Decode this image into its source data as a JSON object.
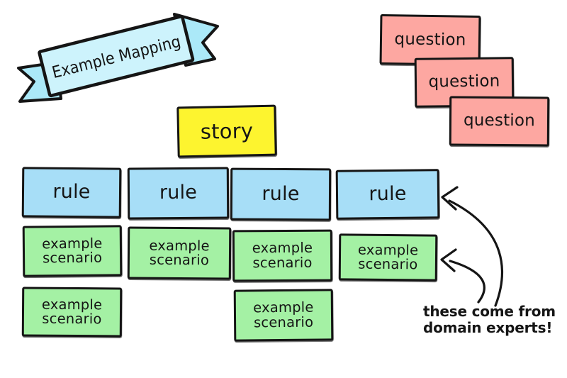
{
  "banner": {
    "title": "Example Mapping"
  },
  "cards": {
    "story": {
      "label": "story"
    },
    "questions": [
      {
        "label": "question"
      },
      {
        "label": "question"
      },
      {
        "label": "question"
      }
    ],
    "rules": [
      {
        "label": "rule"
      },
      {
        "label": "rule"
      },
      {
        "label": "rule"
      },
      {
        "label": "rule"
      }
    ],
    "example_scenarios_row1": [
      {
        "label": "example scenario"
      },
      {
        "label": "example scenario"
      },
      {
        "label": "example scenario"
      },
      {
        "label": "example scenario"
      }
    ],
    "example_scenarios_row2": [
      {
        "label": "example scenario"
      },
      {
        "label": "example scenario"
      }
    ]
  },
  "annotation": {
    "line1": "these come from",
    "line2": "domain experts!"
  },
  "colors": {
    "ink": "#151515",
    "card_blue": "#a7def7",
    "card_green": "#a4f1a4",
    "card_pink": "#fda7a1",
    "card_yellow": "#fdf42f",
    "banner_fill": "#cdf3fc",
    "banner_tail": "#abe9f8",
    "background": "#ffffff"
  }
}
